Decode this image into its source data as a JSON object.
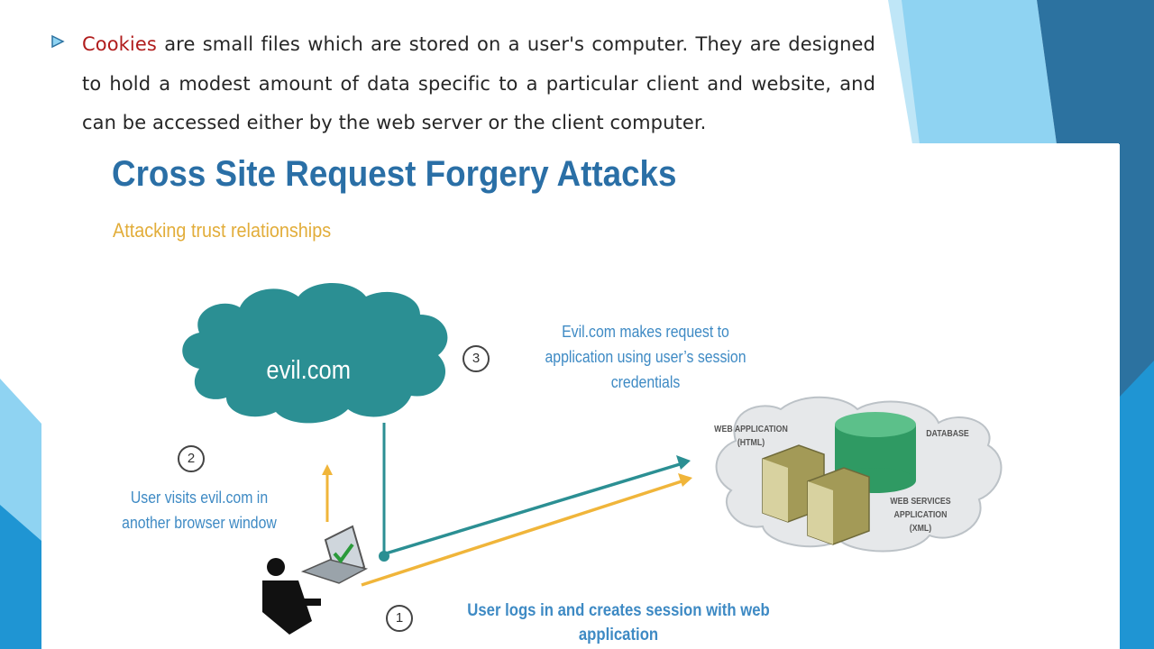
{
  "slide": {
    "bullet": {
      "keyword": "Cookies",
      "text": " are small files which are stored on a user's computer. They are designed to hold a modest amount of data specific to a particular client and website, and can be accessed either by the web server or the client computer."
    },
    "accent_colors": {
      "teal_dark": "#2b6f9e",
      "sky": "#7fc8ec",
      "keyword": "#b01c1c"
    }
  },
  "figure": {
    "title": "Cross Site Request Forgery Attacks",
    "subtitle": "Attacking trust relationships",
    "cloud_label": "evil.com",
    "step3_label_line1": "Evil.com makes request to",
    "step3_label_line2": "application using user’s session",
    "step3_label_line3": "credentials",
    "step2_label_line1": "User visits evil.com in",
    "step2_label_line2": "another browser window",
    "step1_label_line1": "User logs in and creates session with web",
    "step1_label_line2": "application",
    "server_web_app_line1": "WEB APPLICATION",
    "server_web_app_line2": "(HTML)",
    "server_database": "DATABASE",
    "server_ws_line1": "WEB SERVICES",
    "server_ws_line2": "APPLICATION",
    "server_ws_line3": "(XML)",
    "step_numbers": [
      "1",
      "2",
      "3"
    ]
  }
}
